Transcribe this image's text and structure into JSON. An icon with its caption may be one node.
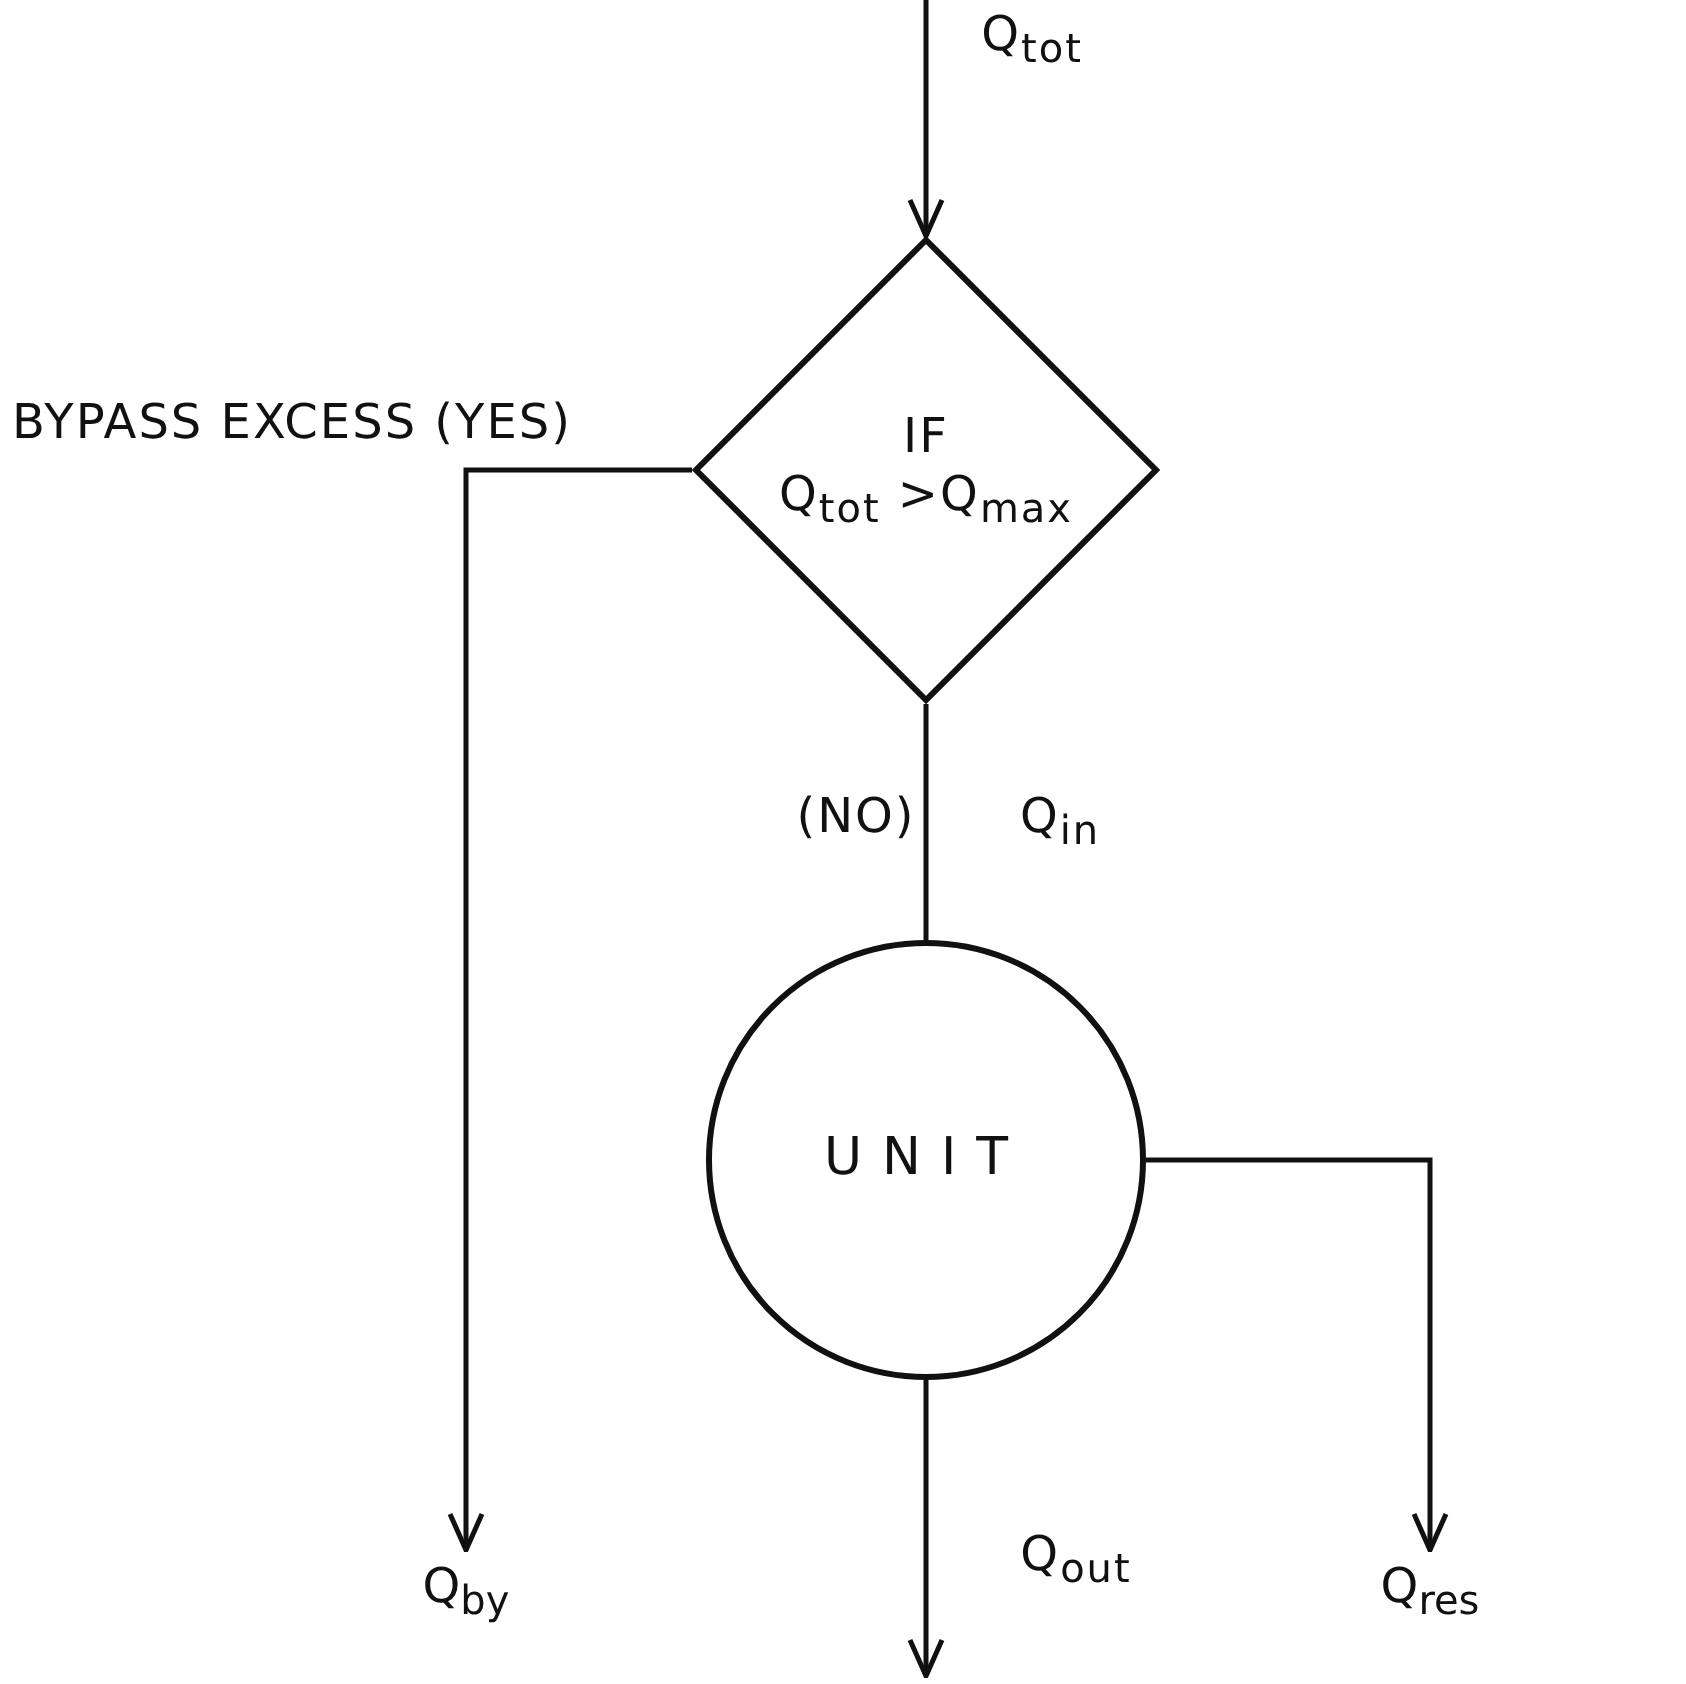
{
  "diagram": {
    "nodes": [
      {
        "text": [
          "IF",
          "Q$_{tot}$ >Q$_{max}$"
        ]
      },
      {
        "text": [
          "UNIT"
        ]
      },
      {
        "text": [
          "Q$_{by}$"
        ]
      },
      {
        "text": [
          "Q$_{res}$"
        ]
      }
    ],
    "edges": [
      {
        "from": null,
        "to": 0,
        "arrow": "to",
        "label": "Q$_{tot}$"
      },
      {
        "from": 0,
        "to": 2,
        "arrow": "to",
        "label": "BYPASS EXCESS (YES)"
      },
      {
        "from": 0,
        "to": 1,
        "arrow": "none",
        "label": "(NO)"
      },
      {
        "from": 1,
        "to": 3,
        "arrow": "to"
      },
      {
        "from": 1,
        "to": null,
        "arrow": "to",
        "label": "Q$_{out}$"
      }
    ],
    "labels": [
      "Q$_{in}$"
    ]
  }
}
